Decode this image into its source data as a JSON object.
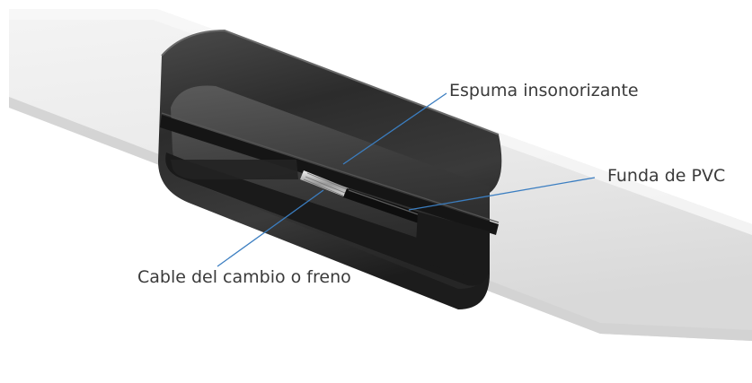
{
  "callouts": {
    "foam": "Espuma insonorizante",
    "sleeve": "Funda de PVC",
    "cable": "Cable del cambio o freno"
  },
  "colors": {
    "leader_line": "#3b7ec1",
    "label_text": "#3a3a3a",
    "tube_light": "#eeeeee",
    "tube_shadow": "#dcdcdc",
    "foam": "#1e1e1e",
    "shell_dark": "#2a2a2a"
  }
}
